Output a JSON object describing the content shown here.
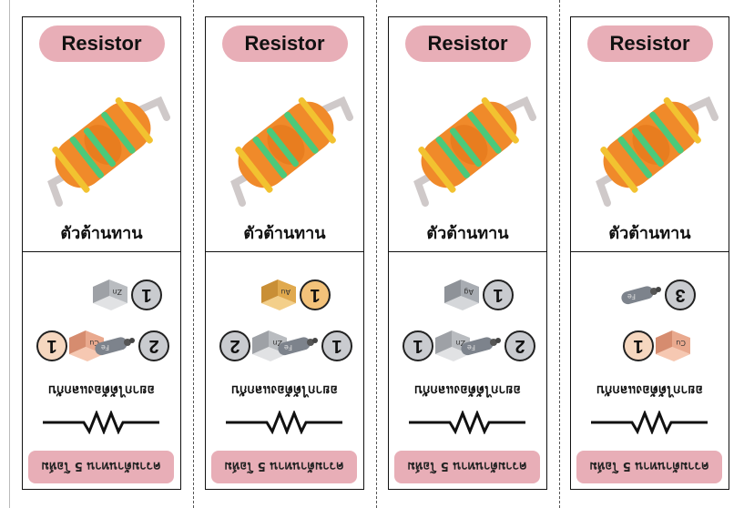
{
  "cards": [
    {
      "title": "Resistor",
      "thai_name": "ตัวต้านทาน",
      "requirement_label": "อยากได้ต้องแลกกับ",
      "effect": "ความต้านทาน 5 โอห์ม",
      "materials": [
        {
          "kind": "cube",
          "symbol": "Cu",
          "count": "1",
          "color": "#e9a98e"
        },
        {
          "kind": "rod",
          "symbol": "Fe",
          "count": "2",
          "color": "#7d838c"
        },
        {
          "kind": "cube",
          "symbol": "Zn",
          "count": "1",
          "color": "#b9bcc0"
        }
      ]
    },
    {
      "title": "Resistor",
      "thai_name": "ตัวต้านทาน",
      "requirement_label": "อยากได้ต้องแลกกับ",
      "effect": "ความต้านทาน 5 โอห์ม",
      "materials": [
        {
          "kind": "cube",
          "symbol": "Zn",
          "count": "2",
          "color": "#b9bcc0"
        },
        {
          "kind": "rod",
          "symbol": "Fe",
          "count": "1",
          "color": "#7d838c"
        },
        {
          "kind": "cube",
          "symbol": "Au",
          "count": "1",
          "color": "#e0a94e"
        }
      ]
    },
    {
      "title": "Resistor",
      "thai_name": "ตัวต้านทาน",
      "requirement_label": "อยากได้ต้องแลกกับ",
      "effect": "ความต้านทาน 5 โอห์ม",
      "materials": [
        {
          "kind": "cube",
          "symbol": "Zn",
          "count": "1",
          "color": "#b9bcc0"
        },
        {
          "kind": "rod",
          "symbol": "Fe",
          "count": "2",
          "color": "#7d838c"
        },
        {
          "kind": "cube",
          "symbol": "Ag",
          "count": "1",
          "color": "#a8acb2"
        }
      ]
    },
    {
      "title": "Resistor",
      "thai_name": "ตัวต้านทาน",
      "requirement_label": "อยากได้ต้องแลกกับ",
      "effect": "ความต้านทาน 5 โอห์ม",
      "materials": [
        {
          "kind": "cube",
          "symbol": "Cu",
          "count": "1",
          "color": "#e9a98e"
        },
        {
          "kind": "rod",
          "symbol": "Fe",
          "count": "3",
          "color": "#7d838c"
        }
      ]
    }
  ],
  "colors": {
    "pill_pink": "#e8aeb7",
    "resistor_body": "#f08a2a",
    "band_yellow": "#f2c230",
    "band_green": "#4cc97a",
    "badge_cu": "#f6d7bf",
    "badge_au": "#f3c27a",
    "badge_gray": "#c9cbcf"
  }
}
